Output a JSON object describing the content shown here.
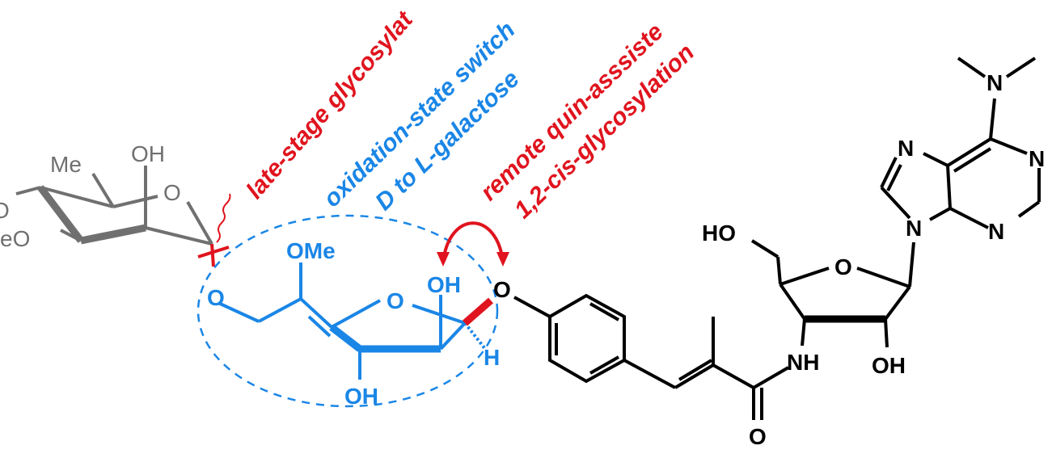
{
  "colors": {
    "red": "#e0141e",
    "blue": "#1a86e6",
    "gray": "#707070",
    "black": "#000000"
  },
  "annotations": {
    "late_stage": "late-stage glycosylat",
    "oxidation": "oxidation-state switch",
    "d_to_l": "D to L-galactose",
    "remote": "remote quin-asssiste",
    "cis": "1,2-cis-glycosylation"
  },
  "atoms": {
    "gray_me": "Me",
    "gray_oh": "OH",
    "gray_ring_o": "O",
    "gray_o_left": "O",
    "gray_meo": "eO",
    "blue_o_link": "O",
    "blue_ome": "OMe",
    "blue_ring_o": "O",
    "blue_oh_top": "OH",
    "blue_oh_bottom": "OH",
    "blue_h": "H",
    "aryl_o": "O",
    "amide_o": "O",
    "amide_nh": "NH",
    "ribose_ho": "HO",
    "ribose_o": "O",
    "ribose_oh": "OH",
    "n7": "N",
    "n1": "N",
    "n3": "N",
    "n9": "N",
    "nme2": "N"
  }
}
